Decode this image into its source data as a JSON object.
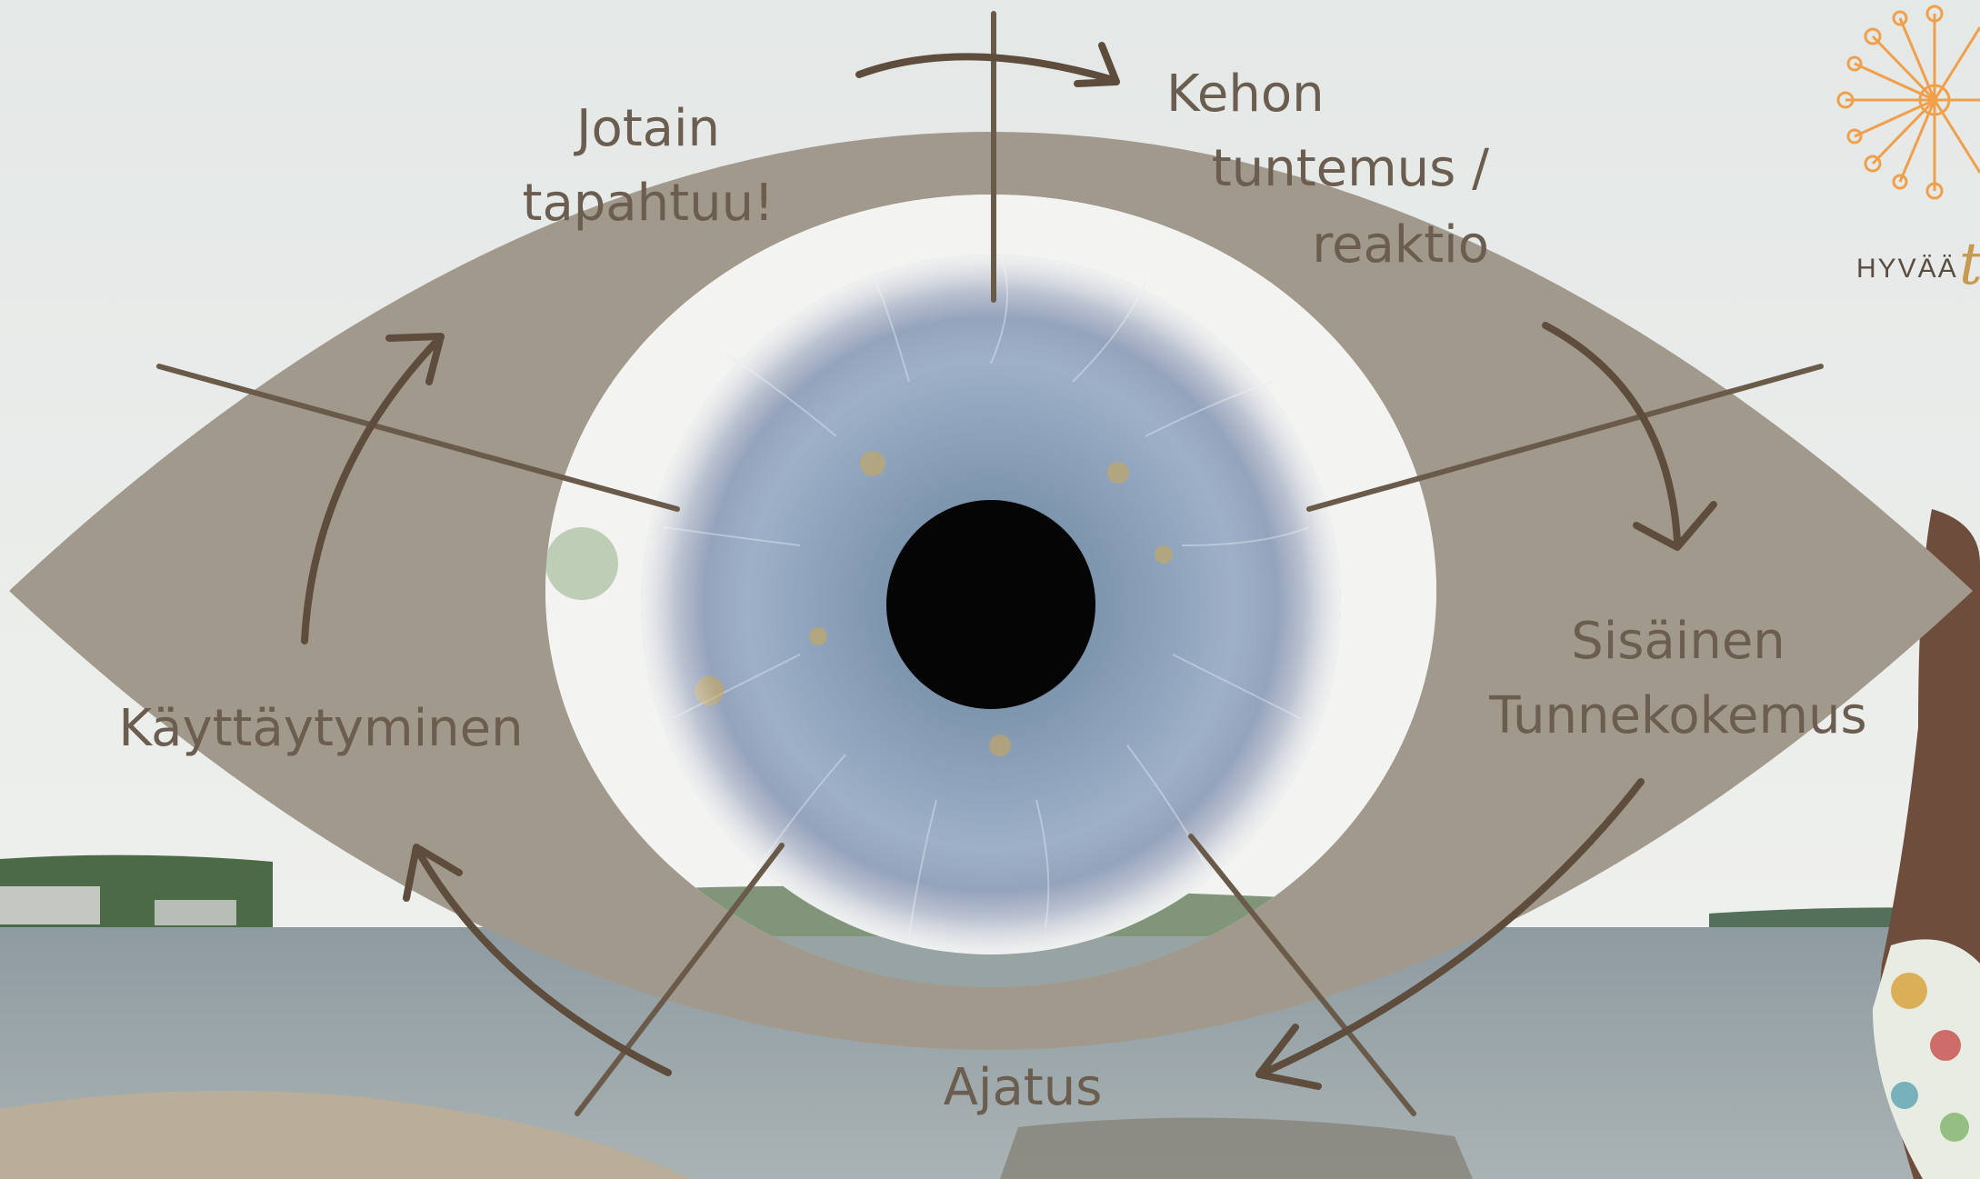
{
  "stages": {
    "trigger": [
      "Jotain",
      "tapahtuu!"
    ],
    "body_sensation": [
      "Kehon",
      "tuntemus /",
      "reaktio"
    ],
    "inner_emotion": [
      "Sisäinen",
      "Tunnekokemus"
    ],
    "thought": "Ajatus",
    "behavior": "Käyttäytyminen"
  },
  "brand": {
    "text": "HYVÄÄ",
    "script_letter": "t"
  },
  "colors": {
    "eye_band": "#a2998d",
    "text": "#6b5d4f",
    "arrow": "#5e4d3c",
    "divider": "#6a5a4a",
    "iris": "#7f97b2",
    "pupil": "#050505",
    "brand_accent": "#f0a04a"
  }
}
